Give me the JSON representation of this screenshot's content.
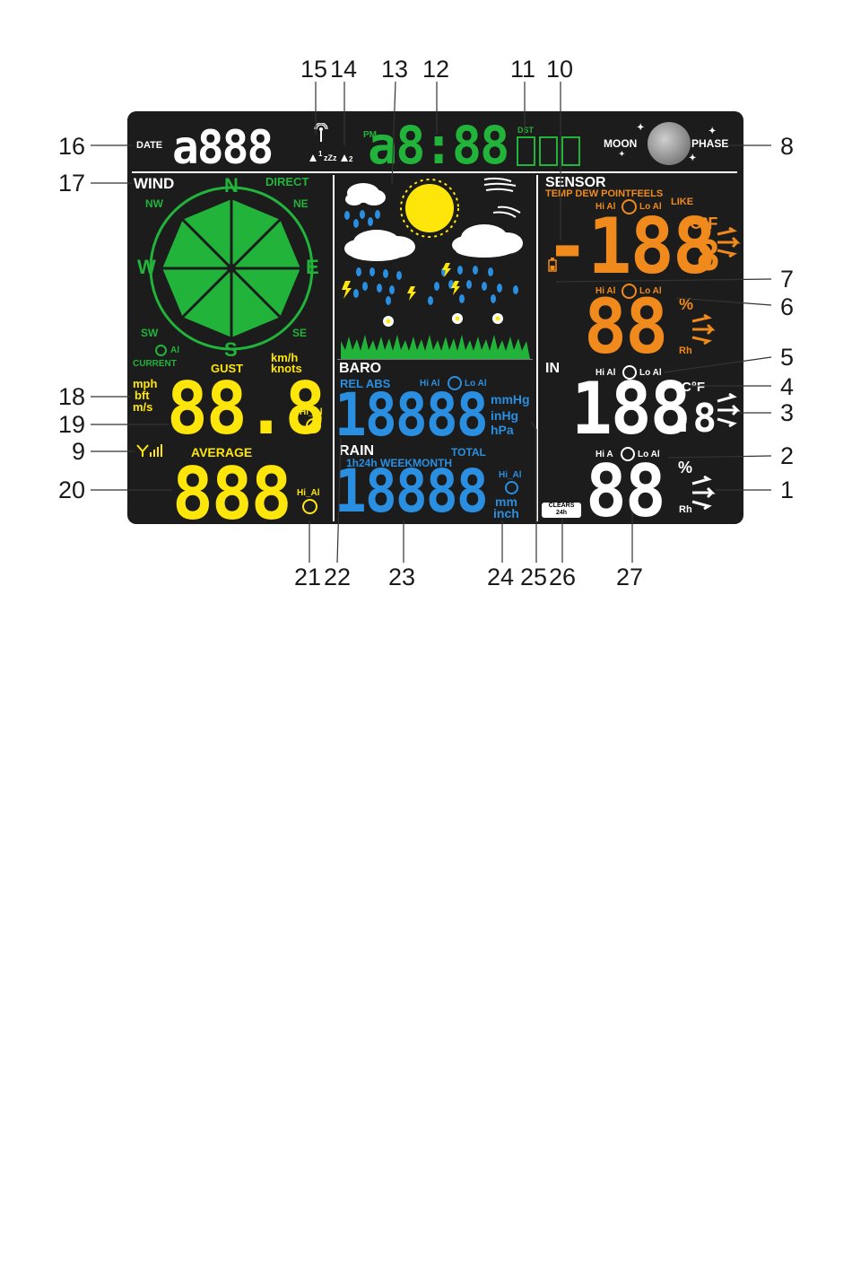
{
  "callouts": [
    "1",
    "2",
    "3",
    "4",
    "5",
    "6",
    "7",
    "8",
    "9",
    "10",
    "11",
    "12",
    "13",
    "14",
    "15",
    "16",
    "17",
    "18",
    "19",
    "20",
    "21",
    "22",
    "23",
    "24",
    "25",
    "26",
    "27"
  ],
  "colors": {
    "panel": "#1c1c1c",
    "green": "#22b33b",
    "yellow": "#ffe60a",
    "orange": "#f08a1c",
    "blue": "#2a8fe0",
    "white": "#ffffff"
  },
  "top": {
    "date_label": "DATE",
    "date_value": "a888",
    "pm": "PM",
    "time_value": "a8:88",
    "dst": "DST",
    "moon": "MOON",
    "phase": "PHASE",
    "alarm1": "1",
    "alarm2": "2",
    "zz": "zZz"
  },
  "wind": {
    "title": "WIND",
    "direct": "DIRECT",
    "n": "N",
    "ne": "NE",
    "e": "E",
    "se": "SE",
    "s": "S",
    "sw": "SW",
    "w": "W",
    "nw": "NW",
    "al": "Al",
    "current": "CURRENT",
    "gust": "GUST",
    "kmh": "km/h",
    "knots": "knots",
    "mph": "mph",
    "bft": "bft",
    "ms": "m/s",
    "gust_value": "88.8",
    "hi_al": "Hi_Al",
    "average": "AVERAGE",
    "avg_value": "888",
    "hi_al2": "Hi_Al"
  },
  "baro": {
    "title": "BARO",
    "rel": "REL ABS",
    "hi_al": "Hi Al",
    "lo_al": "Lo Al",
    "value": "18888",
    "mmhg": "mmHg",
    "inhg": "inHg",
    "hpa": "hPa"
  },
  "rain": {
    "title": "RAIN",
    "total": "TOTAL",
    "periods": "1h24h WEEKMONTH",
    "hi_al": "Hi_Al",
    "value": "18888",
    "mm": "mm",
    "inch": "inch",
    "clears": "CLEARS",
    "clears_24h": "24h"
  },
  "sensor": {
    "title": "SENSOR",
    "labels1": "TEMP DEW POINTFEELS",
    "like": "LIKE",
    "hi_al": "Hi Al",
    "lo_al": "Lo Al",
    "temp_value": "-188",
    "temp_dec": ".8",
    "cf": "°C°F",
    "hum_hi": "Hi Al",
    "hum_lo": "Lo Al",
    "hum_value": "88",
    "pct": "%",
    "rh": "Rh"
  },
  "indoor": {
    "title": "IN",
    "hi_al": "Hi Al",
    "lo_al": "Lo Al",
    "temp_value": "188",
    "temp_dec": ".8",
    "cf": "°C°F",
    "hum_hi": "Hi A",
    "hum_lo": "Lo Al",
    "hum_value": "88",
    "pct": "%",
    "rh": "Rh"
  }
}
